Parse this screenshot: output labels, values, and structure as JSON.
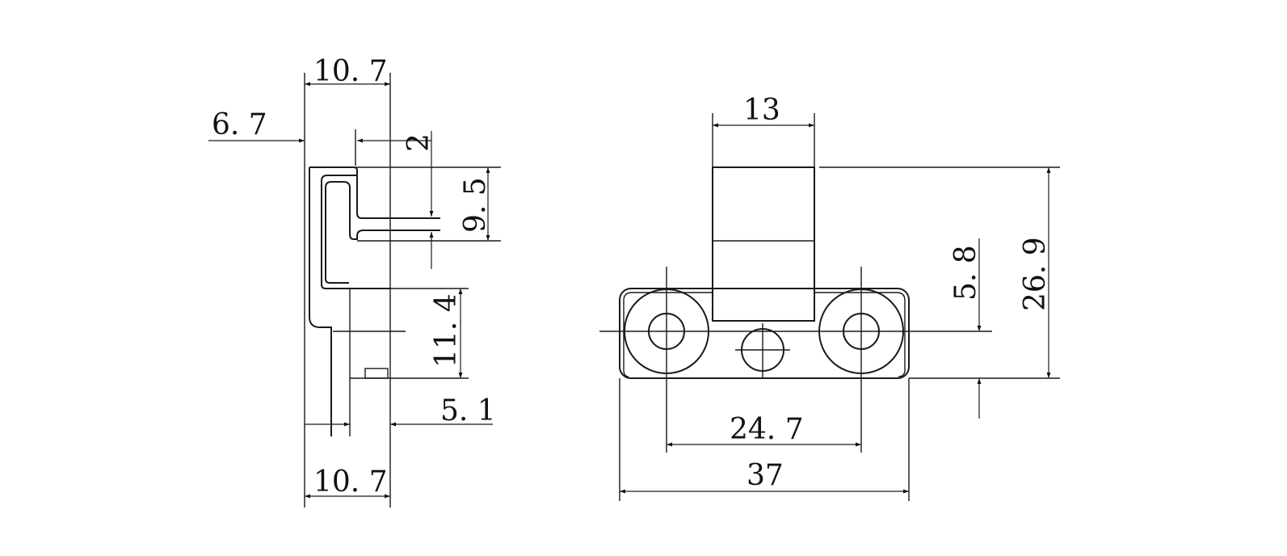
{
  "side_view": {
    "top_width": "10. 7",
    "offset": "6. 7",
    "slot_gap": "2",
    "slot_height": "9. 5",
    "lower_height": "11. 4",
    "bottom_offset": "5. 1",
    "bottom_width": "10. 7"
  },
  "front_view": {
    "top_width": "13",
    "hole_height": "5. 8",
    "total_height": "26. 9",
    "hole_spacing": "24. 7",
    "total_width": "37"
  }
}
